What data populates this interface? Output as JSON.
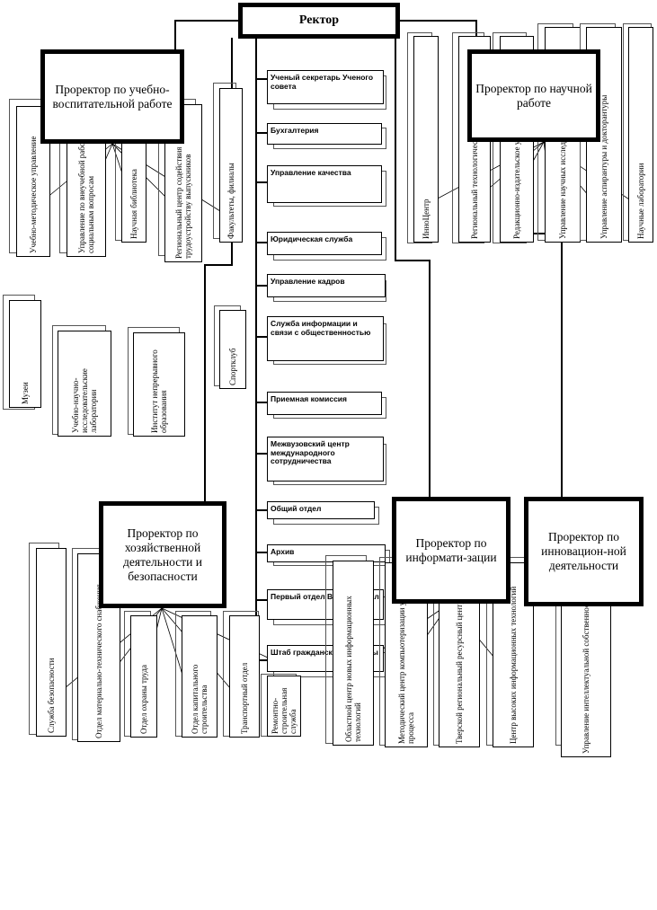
{
  "rector": "Ректор",
  "prorectors": {
    "educational": "Проректор по учебно-воспитательной работе",
    "scientific": "Проректор по научной работе",
    "economic": "Проректор по хозяйственной деятельности и безопасности",
    "informatization": "Проректор по информати-зации",
    "innovation": "Проректор по инновацион-ной деятельности"
  },
  "central_units": [
    "Ученый секретарь Ученого совета",
    "Бухгалтерия",
    "Управление качества",
    "Юридическая служба",
    "Управление кадров",
    "Служба информации и связи с общественностью",
    "Приемная комиссия",
    "Межвузовский центр международного сотрудничества",
    "Общий отдел",
    "Архив",
    "Первый отдел Второй отдел",
    "Штаб гражданской обороны"
  ],
  "educational_units": [
    "Учебно-методическое управление",
    "Управление по внеучебной работе и социальным вопросам",
    "Научная библиотека",
    "Региональный центр содействия трудоустройству выпускников",
    "Факультеты, филиалы"
  ],
  "standalone_units": [
    "Музеи",
    "Учебно-научно-исследовательские лаборатории",
    "Институт непрерывного образования",
    "Спортклуб"
  ],
  "scientific_units": [
    "ИнноЦентр",
    "Региональный технологический центр",
    "Редакционно-издательское управление",
    "Управление научных исследований",
    "Управление аспирантуры и докторантуры",
    "Научные лаборатории"
  ],
  "economic_units": [
    "Служба безопасности",
    "Отдел материально-технического снабжения",
    "Отдел охраны труда",
    "Отдел капитального строительства",
    "Транспортный отдел",
    "Ремонтно-строительная служба"
  ],
  "informatization_units": [
    "Областной центр новых информационных технологий",
    "Методический центр компьютеризации учебного процесса",
    "Тверской региональный ресурсный центр",
    "Центр высоких информационных технологий"
  ],
  "innovation_units": [
    "Управление интеллектуальной собственности"
  ]
}
